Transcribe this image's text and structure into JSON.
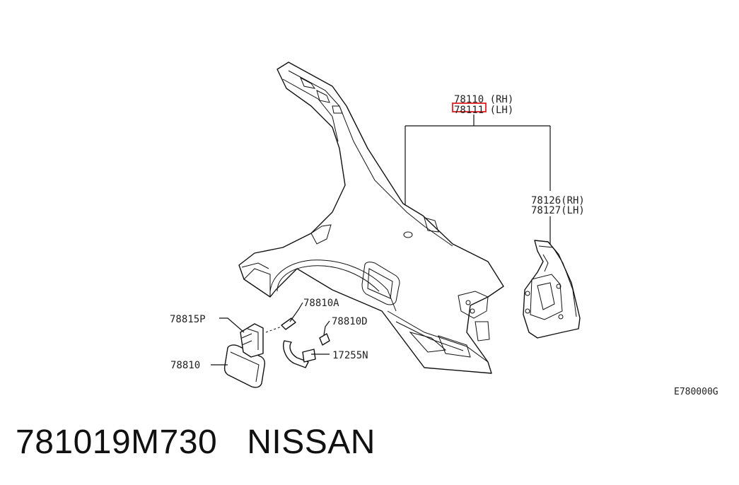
{
  "diagram": {
    "callouts": {
      "rh_main": "78110 (RH)",
      "lh_main": "78111 (LH)",
      "rh_sub": "78126(RH)",
      "lh_sub": "78127(LH)",
      "p_78810A": "78810A",
      "p_78810D": "78810D",
      "p_78815P": "78815P",
      "p_78810": "78810",
      "p_17255N": "17255N"
    },
    "highlight_color": "#e02020",
    "drawing_code": "E780000G"
  },
  "footer": {
    "part_number": "781019M730",
    "brand": "NISSAN"
  }
}
